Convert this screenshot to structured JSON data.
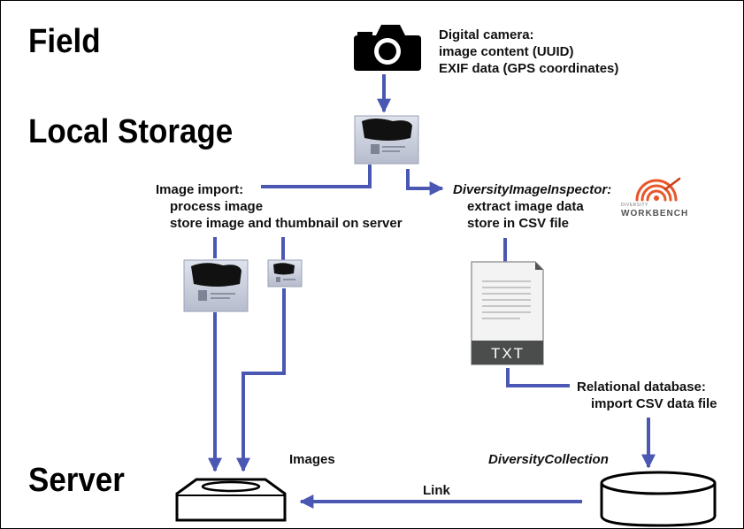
{
  "sections": {
    "field": "Field",
    "local_storage": "Local Storage",
    "server": "Server"
  },
  "camera": {
    "lines": [
      "Digital camera:",
      "image content (UUID)",
      "EXIF data (GPS coordinates)"
    ]
  },
  "image_import": {
    "lines": [
      "Image import:",
      "process image",
      "store image and thumbnail on server"
    ]
  },
  "inspector": {
    "title": "DiversityImageInspector:",
    "lines": [
      "extract image data",
      "store in CSV file"
    ]
  },
  "txt_file": {
    "label": "TXT"
  },
  "relational_db": {
    "lines": [
      "Relational database:",
      "import CSV data file"
    ]
  },
  "images_store": {
    "label": "Images"
  },
  "collection_db": {
    "label": "DiversityCollection"
  },
  "link": {
    "label": "Link"
  },
  "logo": {
    "word_small": "DIVERSITY",
    "word": "WORKBENCH"
  },
  "colors": {
    "arrow": "#4a58b4",
    "logo": "#e8562a"
  }
}
